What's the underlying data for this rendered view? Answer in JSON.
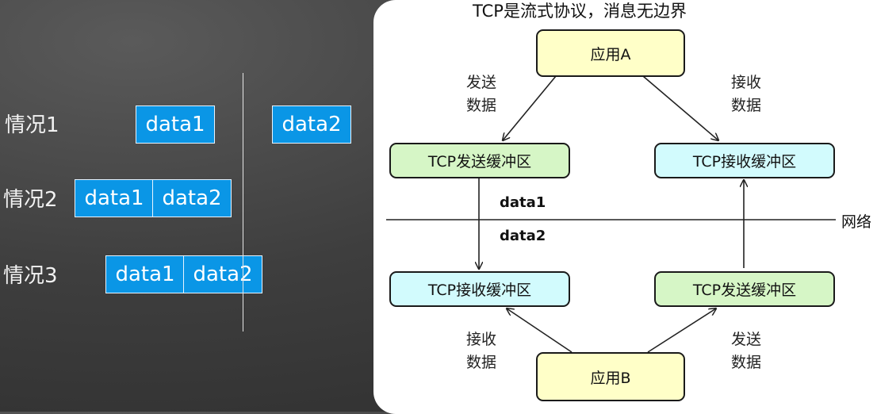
{
  "cases": [
    {
      "label": "情况1"
    },
    {
      "label": "情况2"
    },
    {
      "label": "情况3"
    }
  ],
  "packets": {
    "d1": "data1",
    "d2": "data2"
  },
  "diagram": {
    "title": "TCP是流式协议，消息无边界",
    "app_a": "应用A",
    "app_b": "应用B",
    "send_buffer": "TCP发送缓冲区",
    "recv_buffer": "TCP接收缓冲区",
    "send_line1": "发送",
    "recv_line1": "接收",
    "line2": "数据",
    "network": "网络",
    "flow_data1": "data1",
    "flow_data2": "data2"
  },
  "colors": {
    "packet_blue": "#0a96e6",
    "app_yellow": "#ffffc8",
    "send_green": "#d6f6c6",
    "recv_cyan": "#d2fbfd"
  }
}
